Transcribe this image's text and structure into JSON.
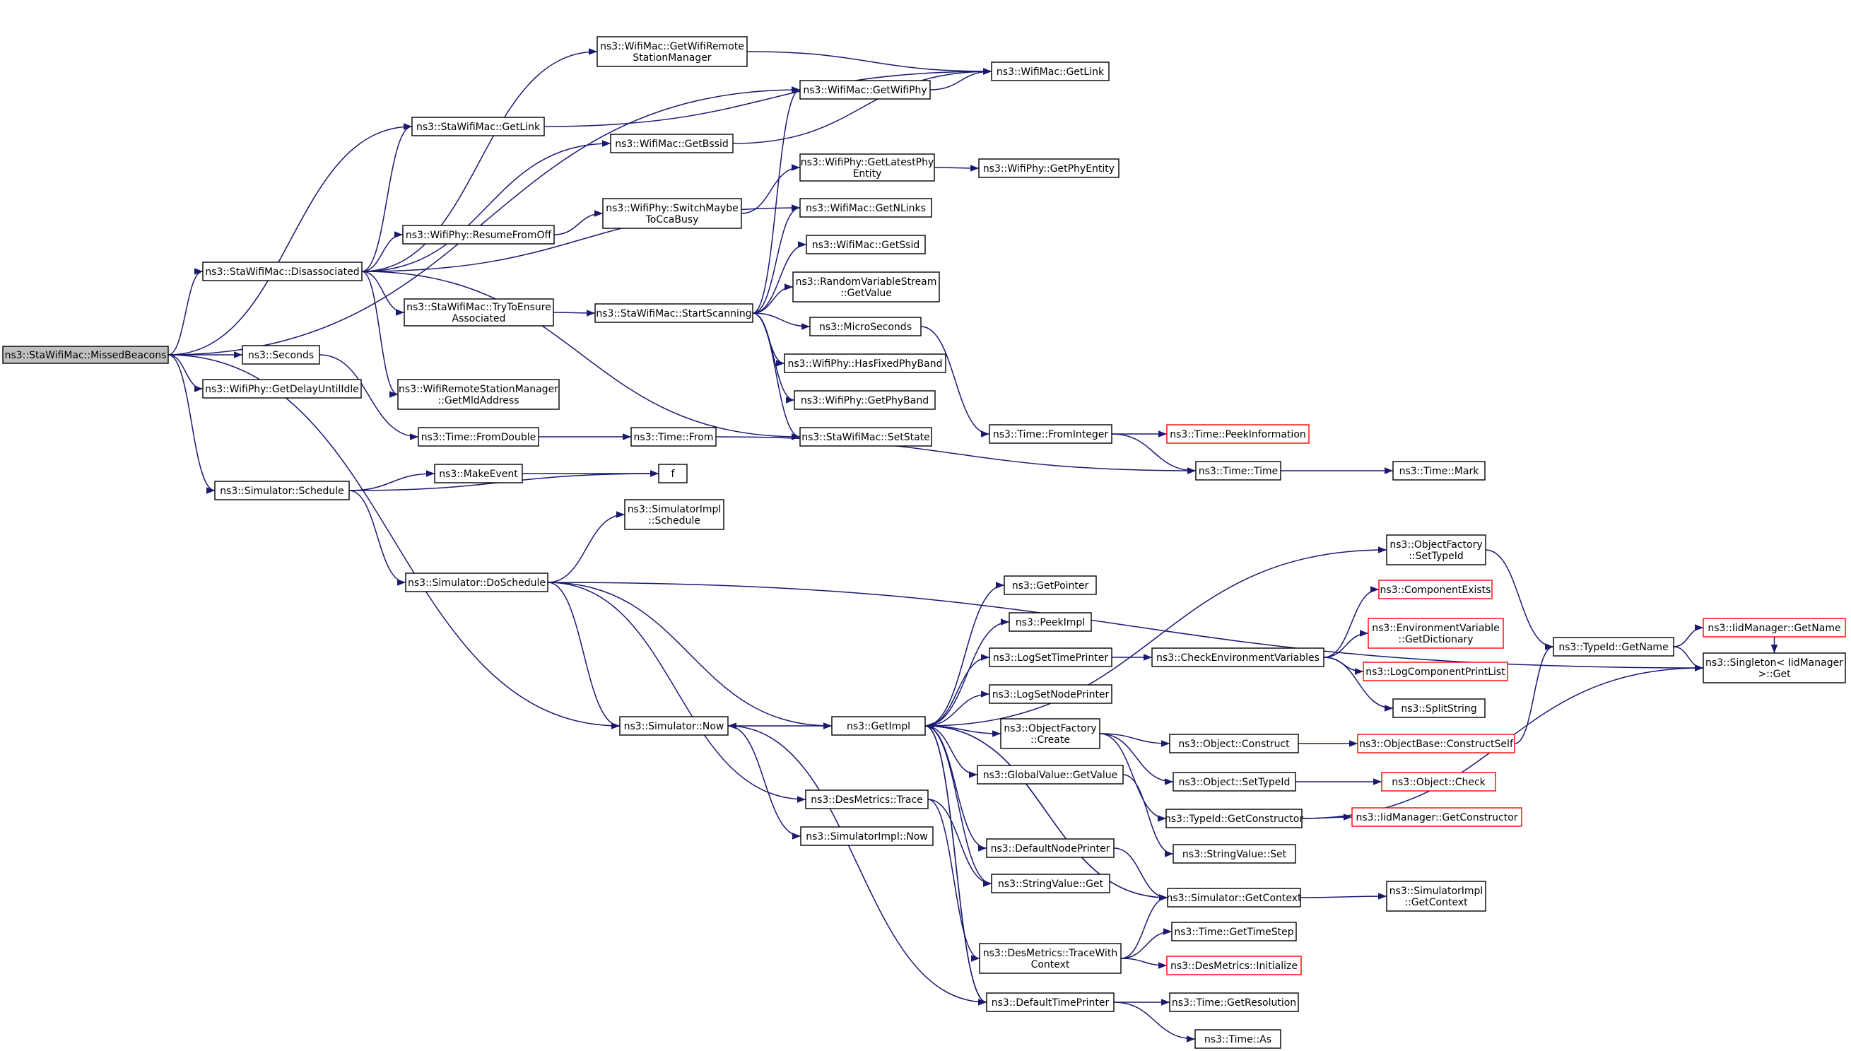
{
  "diagram": {
    "title": "",
    "root": "missed_beacons",
    "colors": {
      "edge": "#191970",
      "root_fill": "#bfbfbf",
      "node_fill": "#ffffff",
      "node_border": "#000000",
      "truncated_border": "#ff0000"
    },
    "nodes": [
      {
        "id": "missed_beacons",
        "lines": [
          "ns3::StaWifiMac::MissedBeacons"
        ]
      },
      {
        "id": "sta_get_link",
        "lines": [
          "ns3::StaWifiMac::GetLink"
        ]
      },
      {
        "id": "get_remote_mgr",
        "lines": [
          "ns3::WifiMac::GetWifiRemote",
          "StationManager"
        ]
      },
      {
        "id": "get_wifi_phy",
        "lines": [
          "ns3::WifiMac::GetWifiPhy"
        ]
      },
      {
        "id": "mac_get_link",
        "lines": [
          "ns3::WifiMac::GetLink"
        ]
      },
      {
        "id": "get_bssid",
        "lines": [
          "ns3::WifiMac::GetBssid"
        ]
      },
      {
        "id": "latest_phy_entity",
        "lines": [
          "ns3::WifiPhy::GetLatestPhy",
          "Entity"
        ]
      },
      {
        "id": "get_phy_entity",
        "lines": [
          "ns3::WifiPhy::GetPhyEntity"
        ]
      },
      {
        "id": "switch_maybe",
        "lines": [
          "ns3::WifiPhy::SwitchMaybe",
          "ToCcaBusy"
        ]
      },
      {
        "id": "resume_from_off",
        "lines": [
          "ns3::WifiPhy::ResumeFromOff"
        ]
      },
      {
        "id": "get_nlinks",
        "lines": [
          "ns3::WifiMac::GetNLinks"
        ]
      },
      {
        "id": "disassociated",
        "lines": [
          "ns3::StaWifiMac::Disassociated"
        ]
      },
      {
        "id": "get_ssid",
        "lines": [
          "ns3::WifiMac::GetSsid"
        ]
      },
      {
        "id": "rv_get_value",
        "lines": [
          "ns3::RandomVariableStream",
          "::GetValue"
        ]
      },
      {
        "id": "try_to_ensure",
        "lines": [
          "ns3::StaWifiMac::TryToEnsure",
          "Associated"
        ]
      },
      {
        "id": "start_scanning",
        "lines": [
          "ns3::StaWifiMac::StartScanning"
        ]
      },
      {
        "id": "micro_seconds",
        "lines": [
          "ns3::MicroSeconds"
        ]
      },
      {
        "id": "seconds",
        "lines": [
          "ns3::Seconds"
        ]
      },
      {
        "id": "has_fixed_band",
        "lines": [
          "ns3::WifiPhy::HasFixedPhyBand"
        ]
      },
      {
        "id": "get_delay_idle",
        "lines": [
          "ns3::WifiPhy::GetDelayUntilIdle"
        ]
      },
      {
        "id": "get_mld_address",
        "lines": [
          "ns3::WifiRemoteStationManager",
          "::GetMldAddress"
        ]
      },
      {
        "id": "get_phy_band",
        "lines": [
          "ns3::WifiPhy::GetPhyBand"
        ]
      },
      {
        "id": "time_from_integer",
        "lines": [
          "ns3::Time::FromInteger"
        ]
      },
      {
        "id": "peek_information",
        "lines": [
          "ns3::Time::PeekInformation"
        ],
        "truncated": true
      },
      {
        "id": "from_double",
        "lines": [
          "ns3::Time::FromDouble"
        ]
      },
      {
        "id": "time_from",
        "lines": [
          "ns3::Time::From"
        ]
      },
      {
        "id": "set_state",
        "lines": [
          "ns3::StaWifiMac::SetState"
        ]
      },
      {
        "id": "time_time",
        "lines": [
          "ns3::Time::Time"
        ]
      },
      {
        "id": "time_mark",
        "lines": [
          "ns3::Time::Mark"
        ]
      },
      {
        "id": "make_event",
        "lines": [
          "ns3::MakeEvent"
        ]
      },
      {
        "id": "f",
        "lines": [
          "f"
        ]
      },
      {
        "id": "sim_schedule",
        "lines": [
          "ns3::Simulator::Schedule"
        ]
      },
      {
        "id": "simimpl_schedule",
        "lines": [
          "ns3::SimulatorImpl",
          "::Schedule"
        ]
      },
      {
        "id": "obj_factory_settypeid",
        "lines": [
          "ns3::ObjectFactory",
          "::SetTypeId"
        ]
      },
      {
        "id": "do_schedule",
        "lines": [
          "ns3::Simulator::DoSchedule"
        ]
      },
      {
        "id": "get_pointer",
        "lines": [
          "ns3::GetPointer"
        ]
      },
      {
        "id": "component_exists",
        "lines": [
          "ns3::ComponentExists"
        ],
        "truncated": true
      },
      {
        "id": "peek_impl",
        "lines": [
          "ns3::PeekImpl"
        ]
      },
      {
        "id": "env_get_dictionary",
        "lines": [
          "ns3::EnvironmentVariable",
          "::GetDictionary"
        ],
        "truncated": true
      },
      {
        "id": "iid_get_name",
        "lines": [
          "ns3::IidManager::GetName"
        ],
        "truncated": true
      },
      {
        "id": "typeid_get_name",
        "lines": [
          "ns3::TypeId::GetName"
        ]
      },
      {
        "id": "log_set_time_printer",
        "lines": [
          "ns3::LogSetTimePrinter"
        ]
      },
      {
        "id": "check_env_vars",
        "lines": [
          "ns3::CheckEnvironmentVariables"
        ]
      },
      {
        "id": "singleton_get",
        "lines": [
          "ns3::Singleton< IidManager",
          ">::Get"
        ]
      },
      {
        "id": "log_component_print_list",
        "lines": [
          "ns3::LogComponentPrintList"
        ],
        "truncated": true
      },
      {
        "id": "log_set_node_printer",
        "lines": [
          "ns3::LogSetNodePrinter"
        ]
      },
      {
        "id": "split_string",
        "lines": [
          "ns3::SplitString"
        ]
      },
      {
        "id": "sim_now",
        "lines": [
          "ns3::Simulator::Now"
        ]
      },
      {
        "id": "get_impl",
        "lines": [
          "ns3::GetImpl"
        ]
      },
      {
        "id": "obj_factory_create",
        "lines": [
          "ns3::ObjectFactory",
          "::Create"
        ]
      },
      {
        "id": "object_construct",
        "lines": [
          "ns3::Object::Construct"
        ]
      },
      {
        "id": "construct_self",
        "lines": [
          "ns3::ObjectBase::ConstructSelf"
        ],
        "truncated": true
      },
      {
        "id": "global_get_value",
        "lines": [
          "ns3::GlobalValue::GetValue"
        ]
      },
      {
        "id": "object_set_typeid",
        "lines": [
          "ns3::Object::SetTypeId"
        ]
      },
      {
        "id": "object_check",
        "lines": [
          "ns3::Object::Check"
        ],
        "truncated": true
      },
      {
        "id": "des_trace",
        "lines": [
          "ns3::DesMetrics::Trace"
        ]
      },
      {
        "id": "typeid_get_constructor",
        "lines": [
          "ns3::TypeId::GetConstructor"
        ]
      },
      {
        "id": "iid_get_constructor",
        "lines": [
          "ns3::IidManager::GetConstructor"
        ],
        "truncated": true
      },
      {
        "id": "simimpl_now",
        "lines": [
          "ns3::SimulatorImpl::Now"
        ]
      },
      {
        "id": "string_value_set",
        "lines": [
          "ns3::StringValue::Set"
        ]
      },
      {
        "id": "default_node_printer",
        "lines": [
          "ns3::DefaultNodePrinter"
        ]
      },
      {
        "id": "string_value_get",
        "lines": [
          "ns3::StringValue::Get"
        ]
      },
      {
        "id": "sim_get_context",
        "lines": [
          "ns3::Simulator::GetContext"
        ]
      },
      {
        "id": "simimpl_get_context",
        "lines": [
          "ns3::SimulatorImpl",
          "::GetContext"
        ]
      },
      {
        "id": "get_time_step",
        "lines": [
          "ns3::Time::GetTimeStep"
        ]
      },
      {
        "id": "trace_with_context",
        "lines": [
          "ns3::DesMetrics::TraceWith",
          "Context"
        ]
      },
      {
        "id": "des_initialize",
        "lines": [
          "ns3::DesMetrics::Initialize"
        ],
        "truncated": true
      },
      {
        "id": "default_time_printer",
        "lines": [
          "ns3::DefaultTimePrinter"
        ]
      },
      {
        "id": "get_resolution",
        "lines": [
          "ns3::Time::GetResolution"
        ]
      },
      {
        "id": "time_as",
        "lines": [
          "ns3::Time::As"
        ]
      }
    ],
    "edges": [
      [
        "missed_beacons",
        "sta_get_link"
      ],
      [
        "missed_beacons",
        "get_wifi_phy"
      ],
      [
        "missed_beacons",
        "disassociated"
      ],
      [
        "missed_beacons",
        "seconds"
      ],
      [
        "missed_beacons",
        "get_delay_idle"
      ],
      [
        "missed_beacons",
        "sim_schedule"
      ],
      [
        "missed_beacons",
        "sim_now"
      ],
      [
        "sta_get_link",
        "mac_get_link"
      ],
      [
        "get_remote_mgr",
        "mac_get_link"
      ],
      [
        "get_wifi_phy",
        "mac_get_link"
      ],
      [
        "get_bssid",
        "mac_get_link"
      ],
      [
        "latest_phy_entity",
        "get_phy_entity"
      ],
      [
        "switch_maybe",
        "latest_phy_entity"
      ],
      [
        "resume_from_off",
        "switch_maybe"
      ],
      [
        "disassociated",
        "sta_get_link"
      ],
      [
        "disassociated",
        "get_remote_mgr"
      ],
      [
        "disassociated",
        "get_bssid"
      ],
      [
        "disassociated",
        "resume_from_off"
      ],
      [
        "disassociated",
        "get_nlinks"
      ],
      [
        "disassociated",
        "try_to_ensure"
      ],
      [
        "disassociated",
        "get_mld_address"
      ],
      [
        "disassociated",
        "set_state"
      ],
      [
        "try_to_ensure",
        "start_scanning"
      ],
      [
        "start_scanning",
        "get_wifi_phy"
      ],
      [
        "start_scanning",
        "get_nlinks"
      ],
      [
        "start_scanning",
        "get_ssid"
      ],
      [
        "start_scanning",
        "rv_get_value"
      ],
      [
        "start_scanning",
        "micro_seconds"
      ],
      [
        "start_scanning",
        "has_fixed_band"
      ],
      [
        "start_scanning",
        "get_phy_band"
      ],
      [
        "start_scanning",
        "set_state"
      ],
      [
        "micro_seconds",
        "time_from_integer"
      ],
      [
        "seconds",
        "from_double"
      ],
      [
        "from_double",
        "time_from"
      ],
      [
        "time_from",
        "time_time"
      ],
      [
        "time_from_integer",
        "peek_information"
      ],
      [
        "time_from_integer",
        "time_time"
      ],
      [
        "time_time",
        "time_mark"
      ],
      [
        "sim_schedule",
        "make_event"
      ],
      [
        "sim_schedule",
        "f"
      ],
      [
        "make_event",
        "f"
      ],
      [
        "sim_schedule",
        "do_schedule"
      ],
      [
        "do_schedule",
        "simimpl_schedule"
      ],
      [
        "do_schedule",
        "singleton_get"
      ],
      [
        "do_schedule",
        "get_impl"
      ],
      [
        "do_schedule",
        "sim_now"
      ],
      [
        "do_schedule",
        "des_trace"
      ],
      [
        "obj_factory_settypeid",
        "typeid_get_name"
      ],
      [
        "typeid_get_name",
        "iid_get_name"
      ],
      [
        "typeid_get_name",
        "singleton_get"
      ],
      [
        "iid_get_name",
        "singleton_get"
      ],
      [
        "log_set_time_printer",
        "check_env_vars"
      ],
      [
        "check_env_vars",
        "component_exists"
      ],
      [
        "check_env_vars",
        "env_get_dictionary"
      ],
      [
        "check_env_vars",
        "log_component_print_list"
      ],
      [
        "check_env_vars",
        "split_string"
      ],
      [
        "sim_now",
        "get_impl"
      ],
      [
        "sim_now",
        "simimpl_now"
      ],
      [
        "get_impl",
        "obj_factory_settypeid"
      ],
      [
        "get_impl",
        "get_pointer"
      ],
      [
        "get_impl",
        "peek_impl"
      ],
      [
        "get_impl",
        "log_set_time_printer"
      ],
      [
        "get_impl",
        "log_set_node_printer"
      ],
      [
        "get_impl",
        "obj_factory_create"
      ],
      [
        "get_impl",
        "global_get_value"
      ],
      [
        "get_impl",
        "default_node_printer"
      ],
      [
        "get_impl",
        "string_value_get"
      ],
      [
        "get_impl",
        "default_time_printer"
      ],
      [
        "get_impl",
        "sim_get_context"
      ],
      [
        "obj_factory_create",
        "object_construct"
      ],
      [
        "obj_factory_create",
        "object_set_typeid"
      ],
      [
        "obj_factory_create",
        "typeid_get_constructor"
      ],
      [
        "object_construct",
        "construct_self"
      ],
      [
        "construct_self",
        "typeid_get_name"
      ],
      [
        "object_set_typeid",
        "object_check"
      ],
      [
        "typeid_get_constructor",
        "iid_get_constructor"
      ],
      [
        "typeid_get_constructor",
        "singleton_get"
      ],
      [
        "global_get_value",
        "string_value_set"
      ],
      [
        "des_trace",
        "trace_with_context"
      ],
      [
        "des_trace",
        "string_value_get"
      ],
      [
        "default_node_printer",
        "sim_get_context"
      ],
      [
        "sim_get_context",
        "simimpl_get_context"
      ],
      [
        "sim_get_context",
        "get_impl"
      ],
      [
        "trace_with_context",
        "sim_get_context"
      ],
      [
        "trace_with_context",
        "get_time_step"
      ],
      [
        "trace_with_context",
        "des_initialize"
      ],
      [
        "default_time_printer",
        "get_resolution"
      ],
      [
        "default_time_printer",
        "time_as"
      ],
      [
        "default_time_printer",
        "sim_now"
      ],
      [
        "default_time_printer",
        "get_impl"
      ]
    ]
  }
}
